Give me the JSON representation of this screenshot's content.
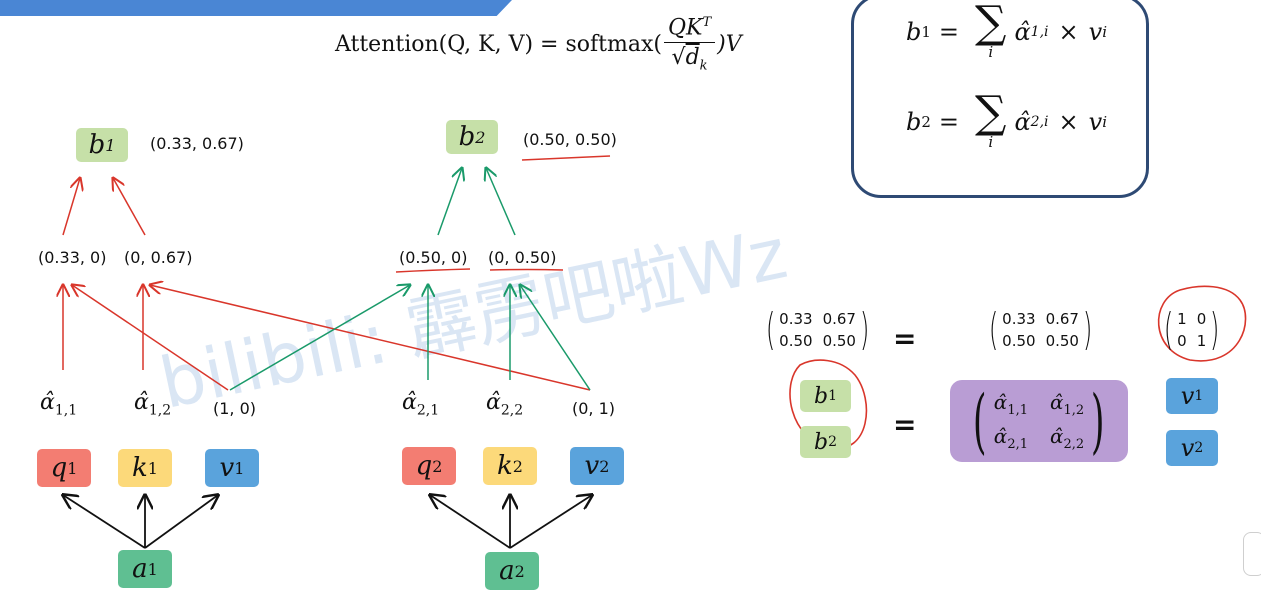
{
  "formula": {
    "lhs": "Attention(Q, K, V) = softmax(",
    "num": "QK",
    "num_sup": "T",
    "den_sqrt": "√",
    "den": "d",
    "den_sub": "k",
    "rhs": ")V"
  },
  "sumbox": {
    "line1_lhs": "b",
    "line1_sup": "1",
    "eq": "=",
    "sigma": "∑",
    "index": "i",
    "line1_alpha": "α̂",
    "line1_alpha_sub": "1,i",
    "times": "×",
    "v": "v",
    "v_sup": "i",
    "line2_lhs": "b",
    "line2_sup": "2",
    "line2_alpha": "α̂",
    "line2_alpha_sub": "2,i"
  },
  "left": {
    "b": "b",
    "b_sub": "1",
    "b_value": "(0.33, 0.67)",
    "pair1": "(0.33, 0)",
    "pair2": "(0, 0.67)",
    "alpha1": "α̂",
    "alpha1_sub": "1,1",
    "alpha2": "α̂",
    "alpha2_sub": "1,2",
    "coef": "(1, 0)",
    "q": "q",
    "q_sup": "1",
    "k": "k",
    "k_sup": "1",
    "v": "v",
    "v_sup": "1",
    "a": "a",
    "a_sub": "1"
  },
  "right": {
    "b": "b",
    "b_sub": "2",
    "b_value": "(0.50, 0.50)",
    "pair1": "(0.50, 0)",
    "pair2": "(0, 0.50)",
    "alpha1": "α̂",
    "alpha1_sub": "2,1",
    "alpha2": "α̂",
    "alpha2_sub": "2,2",
    "coef": "(0, 1)",
    "q": "q",
    "q_sup": "2",
    "k": "k",
    "k_sup": "2",
    "v": "v",
    "v_sup": "2",
    "a": "a",
    "a_sub": "2"
  },
  "matrices": {
    "m1": [
      "0.33",
      "0.67",
      "0.50",
      "0.50"
    ],
    "m2": [
      "0.33",
      "0.67",
      "0.50",
      "0.50"
    ],
    "identity": [
      "1",
      "0",
      "0",
      "1"
    ],
    "eq": "=",
    "b1": "b",
    "b1_sub": "1",
    "b2": "b",
    "b2_sub": "2",
    "alpha": "α̂",
    "alpha_subs": [
      "1,1",
      "1,2",
      "2,1",
      "2,2"
    ],
    "v1": "v",
    "v1_sup": "1",
    "v2": "v",
    "v2_sup": "2"
  },
  "watermark": "bilibili: 霹雳吧啦Wz",
  "colors": {
    "red_arrow": "#d9362b",
    "green_arrow": "#1a9a6a",
    "black_arrow": "#111111",
    "box_border": "#2e4a74"
  }
}
